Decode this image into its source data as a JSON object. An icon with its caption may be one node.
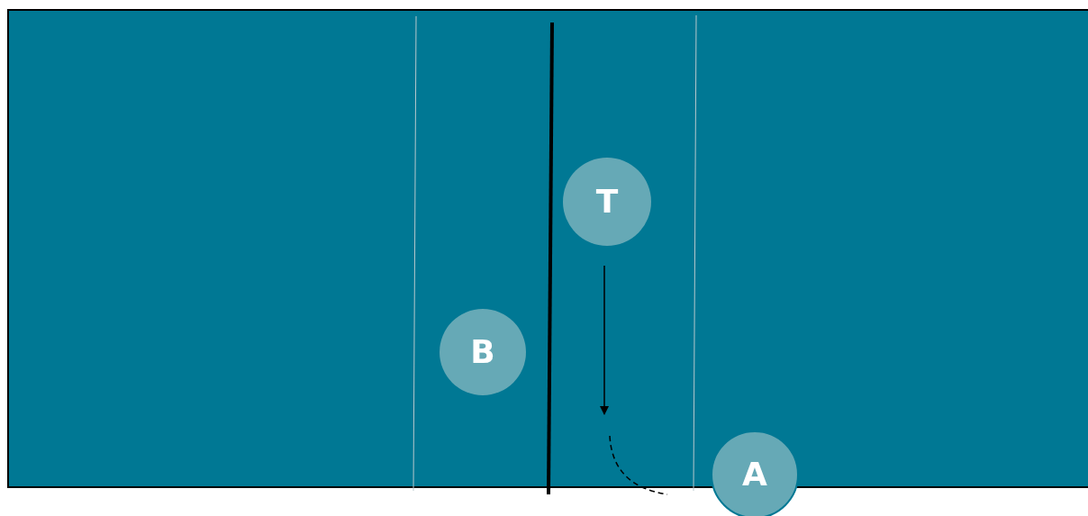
{
  "diagram": {
    "nodes": [
      {
        "text": [
          "T"
        ]
      },
      {
        "text": [
          "B"
        ]
      },
      {
        "text": [
          "A"
        ]
      }
    ]
  }
}
